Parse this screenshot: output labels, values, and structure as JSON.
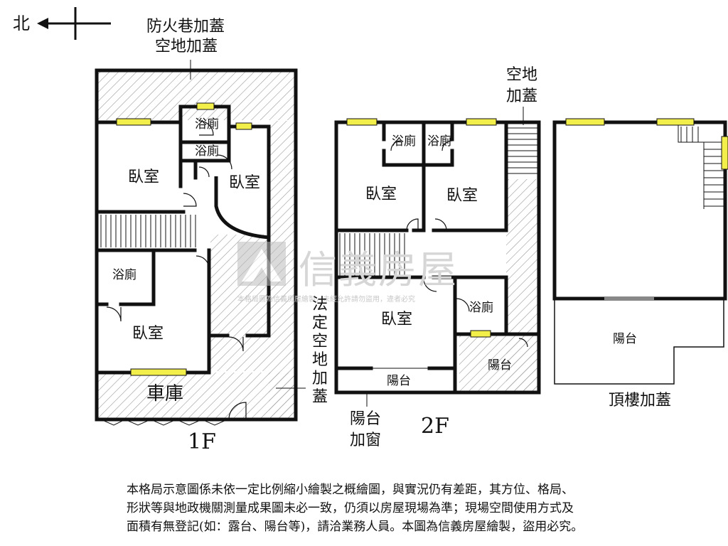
{
  "compass": {
    "north_label": "北"
  },
  "floor1": {
    "fire_lane_addition": [
      "防火巷加蓋",
      "空地加蓋"
    ],
    "bedroom_nw": "臥室",
    "bath_top_1": "浴廁",
    "bath_top_2": "浴廁",
    "bedroom_ne": "臥室",
    "bath_west": "浴廁",
    "bedroom_sw": "臥室",
    "garage": "車庫",
    "legal_open_space_addition": [
      "法",
      "定",
      "空",
      "地",
      "加",
      "蓋"
    ],
    "floor_label": "1F"
  },
  "floor2": {
    "open_space_addition": [
      "空地",
      "加蓋"
    ],
    "bath_1": "浴廁",
    "bath_2": "浴廁",
    "bedroom_1": "臥室",
    "bedroom_2": "臥室",
    "bedroom_3": "臥室",
    "bath_3": "浴廁",
    "balcony_south": "陽台",
    "balcony_east": "陽台",
    "balcony_window_addition": [
      "陽台",
      "加窗"
    ],
    "floor_label": "2F"
  },
  "roof": {
    "balcony": "陽台",
    "rooftop_addition": "頂樓加蓋"
  },
  "watermark": {
    "brand": "信義房屋",
    "notice": "本格局圖為信義房屋繪製，未經允許請勿盜用，違者必究"
  },
  "disclaimer": [
    "本格局示意圖係未依一定比例縮小繪製之概繪圖，與實況仍有差距，其方位、格局、",
    "形狀等與地政機關測量成果圖未必一致，仍須以房屋現場為準；現場空間使用方式及",
    "面積有無登記(如：露台、陽台等)，請洽業務人員。本圖為信義房屋繪製，盜用必究。"
  ],
  "colors": {
    "wall": "#111111",
    "window": "#f2ee4a",
    "hatch": "#9a9a9a",
    "watermark": "#d6d6d6"
  }
}
